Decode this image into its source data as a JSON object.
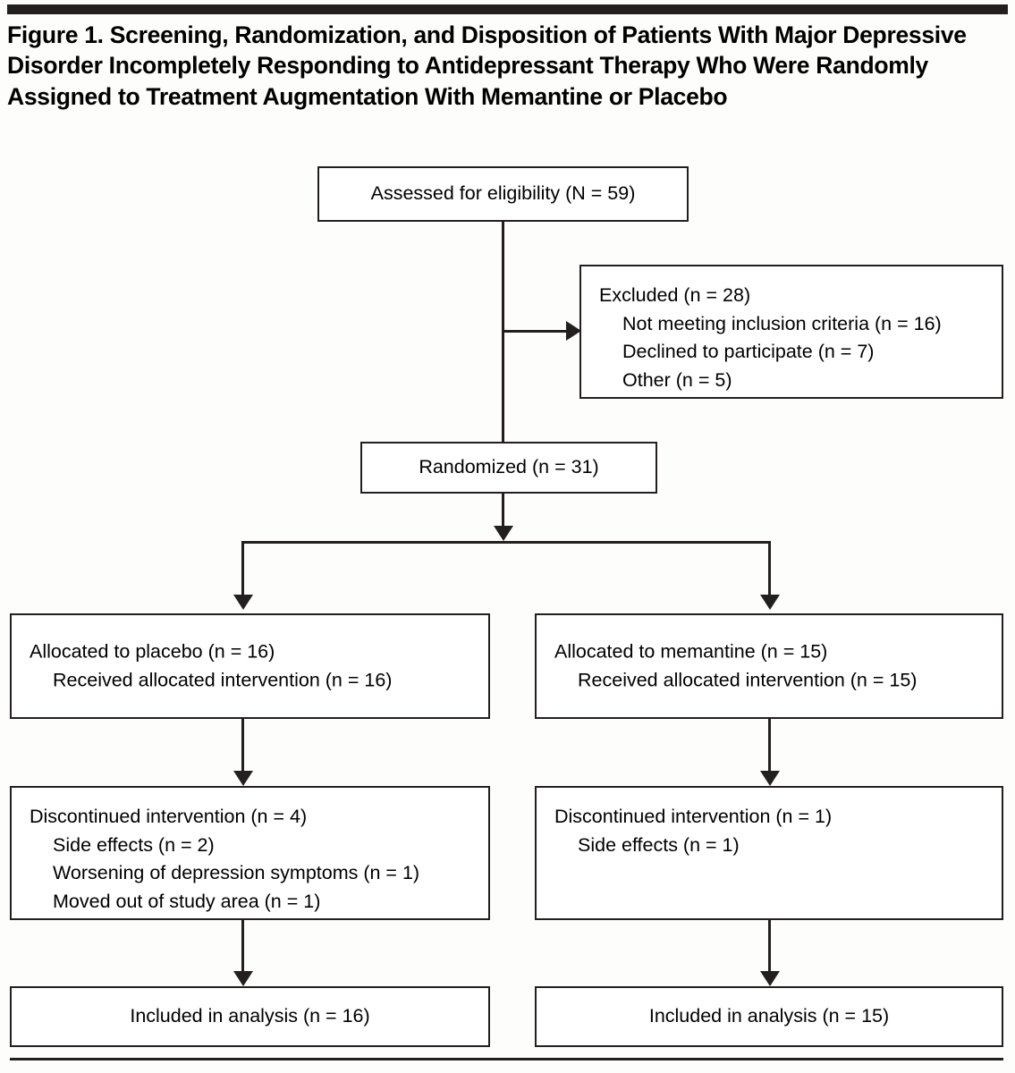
{
  "figure": {
    "title": "Figure 1. Screening, Randomization, and Disposition of Patients With Major Depressive Disorder Incompletely Responding to Antidepressant Therapy Who Were Randomly Assigned to Treatment Augmentation With Memantine or Placebo",
    "accent_color": "#231f20",
    "background_color": "#fdfdfb"
  },
  "chart_data": {
    "type": "diagram",
    "title": "Figure 1. Screening, Randomization, and Disposition of Patients With Major Depressive Disorder Incompletely Responding to Antidepressant Therapy Who Were Randomly Assigned to Treatment Augmentation With Memantine or Placebo",
    "diagram_kind": "CONSORT participant flow",
    "nodes": [
      {
        "id": "enrollment",
        "label": "Assessed for eligibility (N = 59)",
        "n": 59
      },
      {
        "id": "excluded",
        "label": "Excluded (n = 28)",
        "n": 28,
        "children": [
          {
            "label": "Not meeting inclusion criteria (n = 16)",
            "n": 16
          },
          {
            "label": "Declined to participate (n = 7)",
            "n": 7
          },
          {
            "label": "Other (n = 5)",
            "n": 5
          }
        ]
      },
      {
        "id": "randomized",
        "label": "Randomized (n = 31)",
        "n": 31
      },
      {
        "id": "alloc_placebo",
        "label": "Allocated to placebo (n = 16)",
        "n": 16,
        "children": [
          {
            "label": "Received allocated intervention (n = 16)",
            "n": 16
          }
        ]
      },
      {
        "id": "alloc_memantine",
        "label": "Allocated to memantine (n = 15)",
        "n": 15,
        "children": [
          {
            "label": "Received allocated intervention (n = 15)",
            "n": 15
          }
        ]
      },
      {
        "id": "disc_placebo",
        "label": "Discontinued intervention (n = 4)",
        "n": 4,
        "children": [
          {
            "label": "Side effects (n = 2)",
            "n": 2
          },
          {
            "label": "Worsening of depression symptoms (n = 1)",
            "n": 1
          },
          {
            "label": "Moved out of study area (n = 1)",
            "n": 1
          }
        ]
      },
      {
        "id": "disc_memantine",
        "label": "Discontinued intervention (n = 1)",
        "n": 1,
        "children": [
          {
            "label": "Side effects (n = 1)",
            "n": 1
          }
        ]
      },
      {
        "id": "analysis_placebo",
        "label": "Included in analysis (n = 16)",
        "n": 16
      },
      {
        "id": "analysis_memantine",
        "label": "Included in analysis (n = 15)",
        "n": 15
      }
    ],
    "edges": [
      {
        "from": "enrollment",
        "to": "excluded"
      },
      {
        "from": "enrollment",
        "to": "randomized"
      },
      {
        "from": "randomized",
        "to": "alloc_placebo"
      },
      {
        "from": "randomized",
        "to": "alloc_memantine"
      },
      {
        "from": "alloc_placebo",
        "to": "disc_placebo"
      },
      {
        "from": "alloc_memantine",
        "to": "disc_memantine"
      },
      {
        "from": "disc_placebo",
        "to": "analysis_placebo"
      },
      {
        "from": "disc_memantine",
        "to": "analysis_memantine"
      }
    ]
  },
  "nodes": {
    "enrollment": {
      "line1": "Assessed for eligibility (N = 59)"
    },
    "excluded": {
      "line1": "Excluded (n = 28)",
      "line2": "Not meeting inclusion criteria (n = 16)",
      "line3": "Declined to participate (n = 7)",
      "line4": "Other (n = 5)"
    },
    "randomized": {
      "line1": "Randomized (n = 31)"
    },
    "allocation_placebo": {
      "line1": "Allocated to placebo (n = 16)",
      "line2": "Received allocated intervention (n = 16)"
    },
    "allocation_memantine": {
      "line1": "Allocated to memantine (n = 15)",
      "line2": "Received allocated intervention (n = 15)"
    },
    "discontinued_placebo": {
      "line1": "Discontinued intervention (n = 4)",
      "line2": "Side effects (n = 2)",
      "line3": "Worsening of depression symptoms (n = 1)",
      "line4": "Moved out of study area (n = 1)"
    },
    "discontinued_memantine": {
      "line1": "Discontinued intervention (n = 1)",
      "line2": "Side effects (n = 1)"
    },
    "analysis_placebo": {
      "line1": "Included in analysis (n = 16)"
    },
    "analysis_memantine": {
      "line1": "Included in analysis (n = 15)"
    }
  }
}
